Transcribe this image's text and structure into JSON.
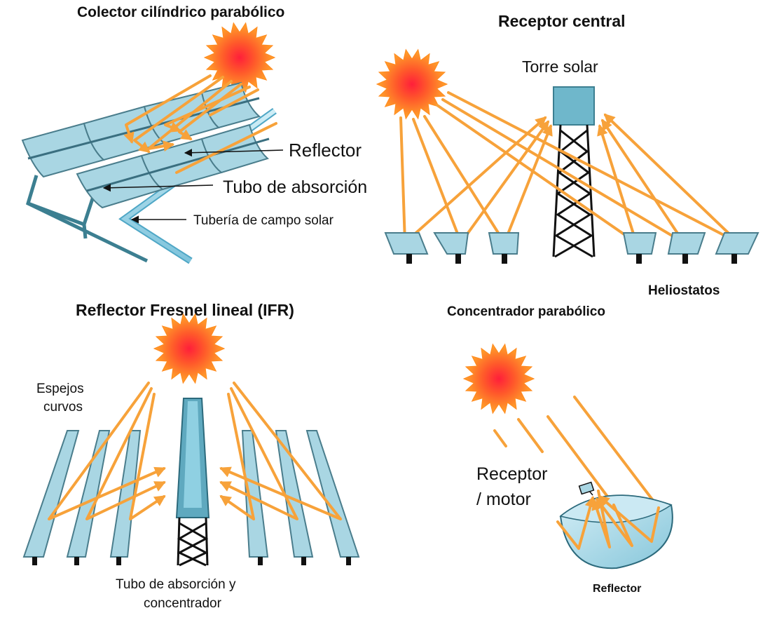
{
  "colors": {
    "mirror": "#a9d6e3",
    "mirror_edge": "#4a7d8c",
    "ray": "#f7a23a",
    "sun_core": "#ff2a2a",
    "sun_outer": "#ff9a22",
    "pipe": "#8ad0e8"
  },
  "panels": {
    "parabolic_trough": {
      "title": "Colector cilíndrico parabólico",
      "labels": {
        "reflector": "Reflector",
        "absorber_tube": "Tubo de absorción",
        "field_piping": "Tubería de campo solar"
      }
    },
    "central_receiver": {
      "title": "Receptor central",
      "labels": {
        "tower": "Torre solar",
        "heliostats": "Heliostatos"
      }
    },
    "linear_fresnel": {
      "title": "Reflector Fresnel lineal (IFR)",
      "labels": {
        "curved_mirrors_line1": "Espejos",
        "curved_mirrors_line2": "curvos",
        "absorber_line1": "Tubo de absorción y",
        "absorber_line2": "concentrador"
      }
    },
    "parabolic_dish": {
      "title": "Concentrador parabólico",
      "labels": {
        "receiver_line1": "Receptor",
        "receiver_line2": "/ motor",
        "reflector": "Reflector"
      }
    }
  }
}
